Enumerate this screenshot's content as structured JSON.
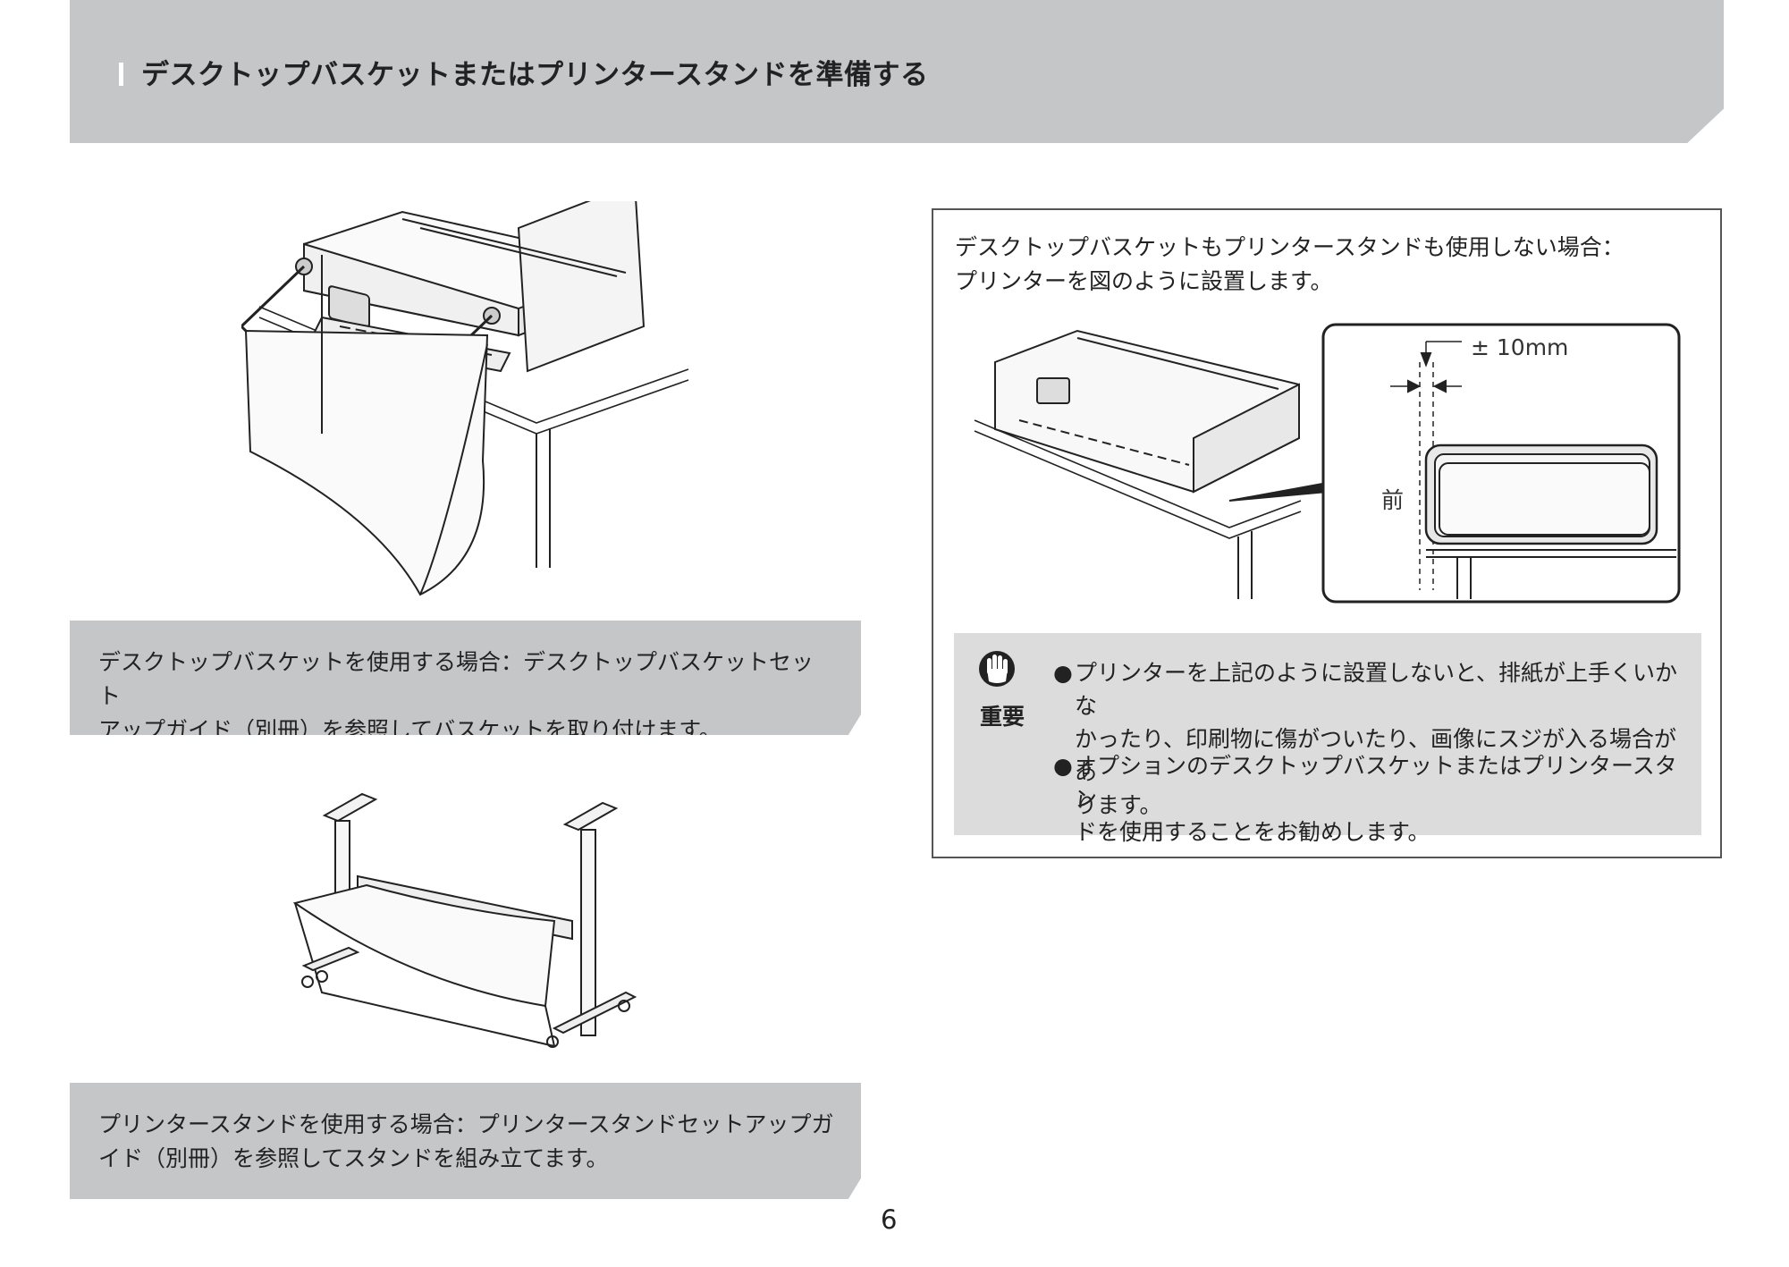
{
  "header": {
    "title": "デスクトップバスケットまたはプリンタースタンドを準備する"
  },
  "captions": {
    "basket": {
      "line1": "デスクトップバスケットを使用する場合：デスクトップバスケットセット",
      "line2": "アップガイド（別冊）を参照してバスケットを取り付けます。"
    },
    "stand": {
      "line1": "プリンタースタンドを使用する場合：プリンタースタンドセットアップガ",
      "line2": "イド（別冊）を参照してスタンドを組み立てます。"
    }
  },
  "note": {
    "heading_line1": "デスクトップバスケットもプリンタースタンドも使用しない場合：",
    "heading_line2": "プリンターを図のように設置します。",
    "diagram_dimension": "± 10mm",
    "diagram_front_label": "前"
  },
  "important": {
    "label": "重要",
    "bullet_mark": "●",
    "items": [
      {
        "line1": "プリンターを上記のように設置しないと、排紙が上手くいかな",
        "line2": "かったり、印刷物に傷がついたり、画像にスジが入る場合があ",
        "line3": "ります。"
      },
      {
        "line1": "オプションのデスクトップバスケットまたはプリンタースタン",
        "line2": "ドを使用することをお勧めします。"
      }
    ]
  },
  "page": {
    "number": "6"
  },
  "colors": {
    "band_gray": "#c5c6c8",
    "important_gray": "#dcdcdd",
    "text": "#222222",
    "frame": "#555555"
  }
}
